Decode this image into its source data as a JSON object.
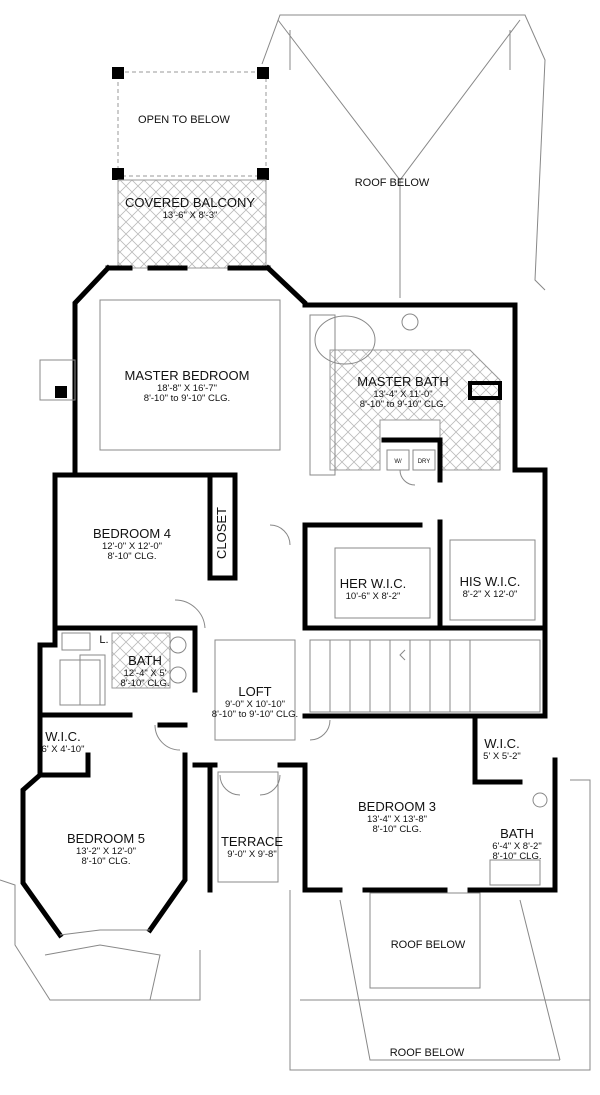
{
  "rooms": {
    "open_to_below": {
      "name": "OPEN TO BELOW"
    },
    "covered_balcony": {
      "name": "COVERED BALCONY",
      "dims": "13'-6\" X 8'-3\""
    },
    "roof_below_top": {
      "name": "ROOF BELOW"
    },
    "master_bedroom": {
      "name": "MASTER BEDROOM",
      "dims": "18'-8\" X 16'-7\"",
      "ceiling": "8'-10\" to 9'-10\" CLG."
    },
    "master_bath": {
      "name": "MASTER BATH",
      "dims": "13'-4\" X 11'-0\"",
      "ceiling": "8'-10\" to 9'-10\" CLG."
    },
    "bedroom4": {
      "name": "BEDROOM 4",
      "dims": "12'-0\" X 12'-0\"",
      "ceiling": "8'-10\" CLG."
    },
    "closet": {
      "name": "CLOSET"
    },
    "her_wic": {
      "name": "HER W.I.C.",
      "dims": "10'-6\" X 8'-2\""
    },
    "his_wic": {
      "name": "HIS W.I.C.",
      "dims": "8'-2\" X 12'-0\""
    },
    "bath4": {
      "name": "BATH",
      "dims": "12'-4\" X 5'",
      "ceiling": "8'-10\" CLG."
    },
    "loft": {
      "name": "LOFT",
      "dims": "9'-0\" X 10'-10\"",
      "ceiling": "8'-10\" to 9'-10\" CLG."
    },
    "linen": {
      "name": "L."
    },
    "wic5": {
      "name": "W.I.C.",
      "dims": "6' X 4'-10\""
    },
    "wic3": {
      "name": "W.I.C.",
      "dims": "5' X 5'-2\""
    },
    "bedroom3": {
      "name": "BEDROOM 3",
      "dims": "13'-4\" X 13'-8\"",
      "ceiling": "8'-10\" CLG."
    },
    "bath3": {
      "name": "BATH",
      "dims": "6'-4\" X 8'-2\"",
      "ceiling": "8'-10\" CLG."
    },
    "bedroom5": {
      "name": "BEDROOM 5",
      "dims": "13'-2\" X 12'-0\"",
      "ceiling": "8'-10\" CLG."
    },
    "terrace": {
      "name": "TERRACE",
      "dims": "9'-0\" X 9'-8\""
    },
    "roof_below_mid": {
      "name": "ROOF BELOW"
    },
    "roof_below_bottom": {
      "name": "ROOF BELOW"
    }
  },
  "fixtures": {
    "washer": "W/",
    "dryer": "DRY"
  }
}
